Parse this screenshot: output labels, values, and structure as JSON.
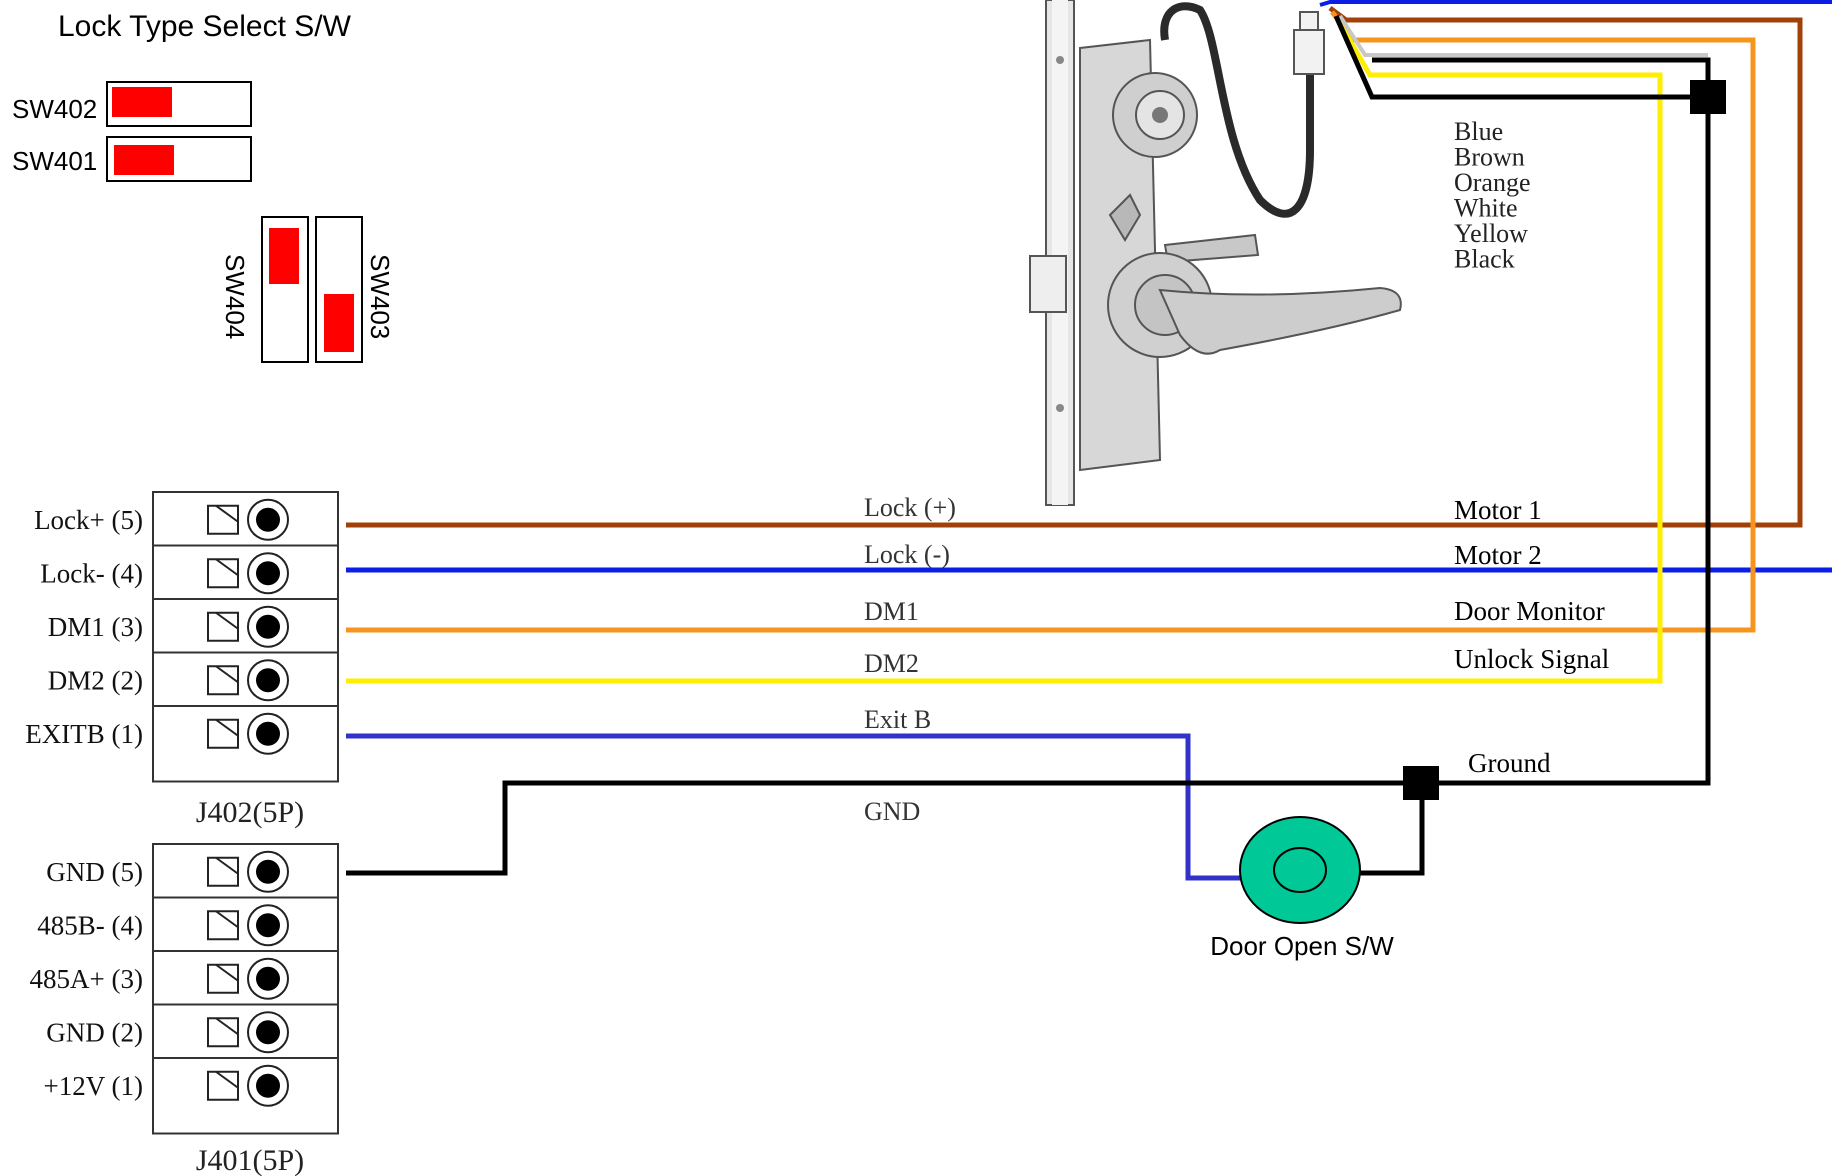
{
  "colors": {
    "lock_plus": "#a0410a",
    "lock_minus": "#0a1ee6",
    "dm1": "#f7941d",
    "dm2": "#ffee00",
    "exitb": "#3232c8",
    "ground": "#000000",
    "switch": "#00c896",
    "sw_indicator": "#ff0000"
  },
  "lock_select": {
    "title": "Lock Type Select S/W",
    "sw402": "SW402",
    "sw401": "SW401",
    "sw404": "SW404",
    "sw403": "SW403"
  },
  "lock_wire_colors": [
    "Blue",
    "Brown",
    "Orange",
    "White",
    "Yellow",
    "Black"
  ],
  "j402": {
    "label": "J402(5P)",
    "pins": [
      "Lock+ (5)",
      "Lock- (4)",
      "DM1 (3)",
      "DM2 (2)",
      "EXITB (1)"
    ]
  },
  "j401": {
    "label": "J401(5P)",
    "pins": [
      "GND (5)",
      "485B- (4)",
      "485A+ (3)",
      "GND (2)",
      "+12V (1)"
    ]
  },
  "signals": {
    "lock_plus": "Lock (+)",
    "lock_minus": "Lock (-)",
    "dm1": "DM1",
    "dm2": "DM2",
    "exitb": "Exit B",
    "gnd": "GND"
  },
  "functions": {
    "motor1": "Motor 1",
    "motor2": "Motor 2",
    "door_monitor": "Door Monitor",
    "unlock_signal": "Unlock Signal",
    "ground": "Ground"
  },
  "door_switch": {
    "label": "Door Open S/W"
  }
}
